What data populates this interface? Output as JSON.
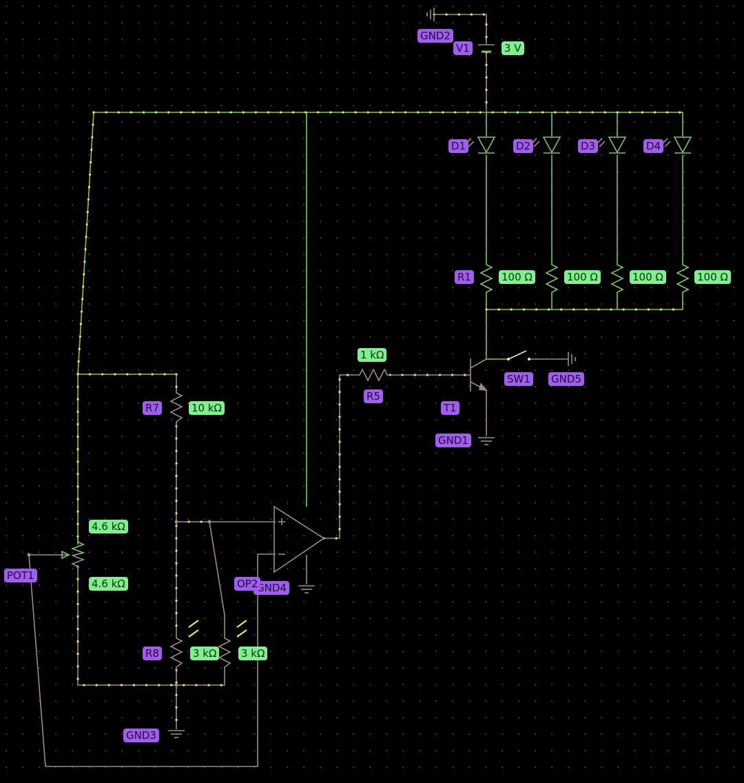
{
  "components": {
    "GND2": {
      "name": "GND2"
    },
    "V1": {
      "name": "V1",
      "value": "3 V"
    },
    "D1": {
      "name": "D1"
    },
    "D2": {
      "name": "D2"
    },
    "D3": {
      "name": "D3"
    },
    "D4": {
      "name": "D4"
    },
    "R1": {
      "name": "R1",
      "value": "100 Ω"
    },
    "R2": {
      "value": "100 Ω"
    },
    "R3": {
      "value": "100 Ω"
    },
    "R4": {
      "value": "100 Ω"
    },
    "R5": {
      "name": "R5",
      "value": "1 kΩ"
    },
    "T1": {
      "name": "T1"
    },
    "SW1": {
      "name": "SW1"
    },
    "GND5": {
      "name": "GND5"
    },
    "GND1": {
      "name": "GND1"
    },
    "R7": {
      "name": "R7",
      "value": "10 kΩ"
    },
    "POT1": {
      "name": "POT1",
      "value_top": "4.6 kΩ",
      "value_bottom": "4.6 kΩ"
    },
    "OP2": {
      "name": "OP2"
    },
    "GND4": {
      "name": "GND4"
    },
    "R8": {
      "name": "R8",
      "value": "3 kΩ"
    },
    "R9": {
      "value": "3 kΩ"
    },
    "GND3": {
      "name": "GND3"
    }
  },
  "colors": {
    "background": "#000000",
    "grid_dot": "#3a3a3a",
    "wire_live": "#79ca5e",
    "wire_idle": "#a08a84",
    "current_dot": "#f2ef2a",
    "name_label": "#a35cf0",
    "value_label": "#7ef08e"
  },
  "icons": [
    "ground-icon",
    "battery-icon",
    "led-icon",
    "resistor-icon",
    "npn-transistor-icon",
    "switch-icon",
    "potentiometer-icon",
    "op-amp-icon",
    "photoresistor-icon"
  ]
}
